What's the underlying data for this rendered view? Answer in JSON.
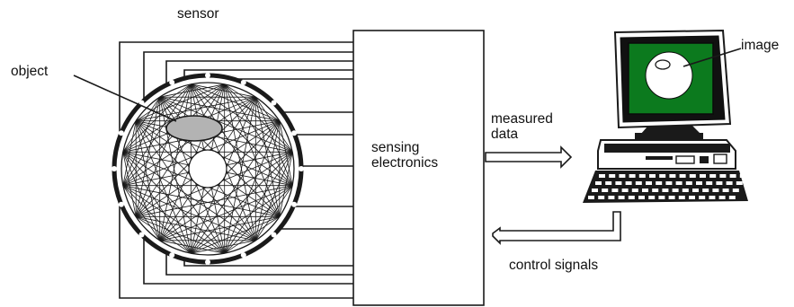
{
  "labels": {
    "sensor": "sensor",
    "object": "object",
    "image": "image",
    "measured_line1": "measured",
    "measured_line2": "data",
    "sensing_line1": "sensing",
    "sensing_line2": "electronics",
    "control": "control signals"
  },
  "colors": {
    "ink": "#1a1a1a",
    "object_fill": "#b3b3b3",
    "screen_green": "#0c7a1e",
    "image_disc": "#ffffff"
  },
  "sensor_electrodes": 16,
  "icons": [
    "ring-electrode-icon",
    "monitor-icon",
    "keyboard-icon",
    "arrow-right-icon",
    "arrow-left-icon"
  ]
}
